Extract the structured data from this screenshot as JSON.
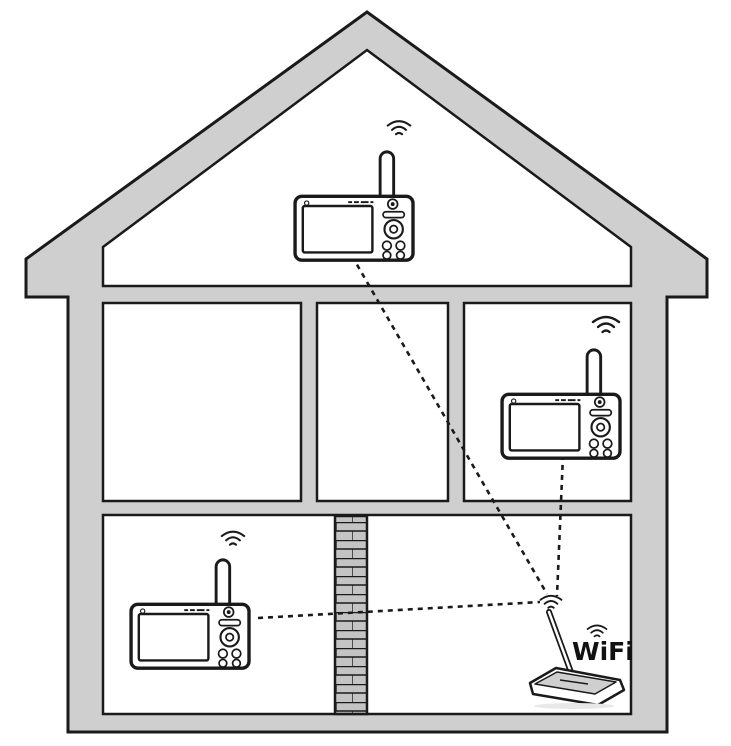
{
  "wifi_label": "WiFi",
  "colors": {
    "wall": "#cfcfcf",
    "outline": "#1a1a1a",
    "brick": "#c4c4c4",
    "connection": "#1a1a1a",
    "background": "#ffffff"
  },
  "icons": {
    "signal": "wifi-signal-icon",
    "monitor": "baby-monitor-icon",
    "router": "wifi-router-icon",
    "wall": "brick-wall-icon"
  },
  "monitors": [
    {
      "id": "attic",
      "room": "attic"
    },
    {
      "id": "upper-right",
      "room": "upper-right-room"
    },
    {
      "id": "lower-left",
      "room": "lower-left-room"
    }
  ],
  "connections": [
    {
      "from": "router",
      "to": "attic"
    },
    {
      "from": "router",
      "to": "upper-right"
    },
    {
      "from": "router",
      "to": "lower-left"
    }
  ]
}
